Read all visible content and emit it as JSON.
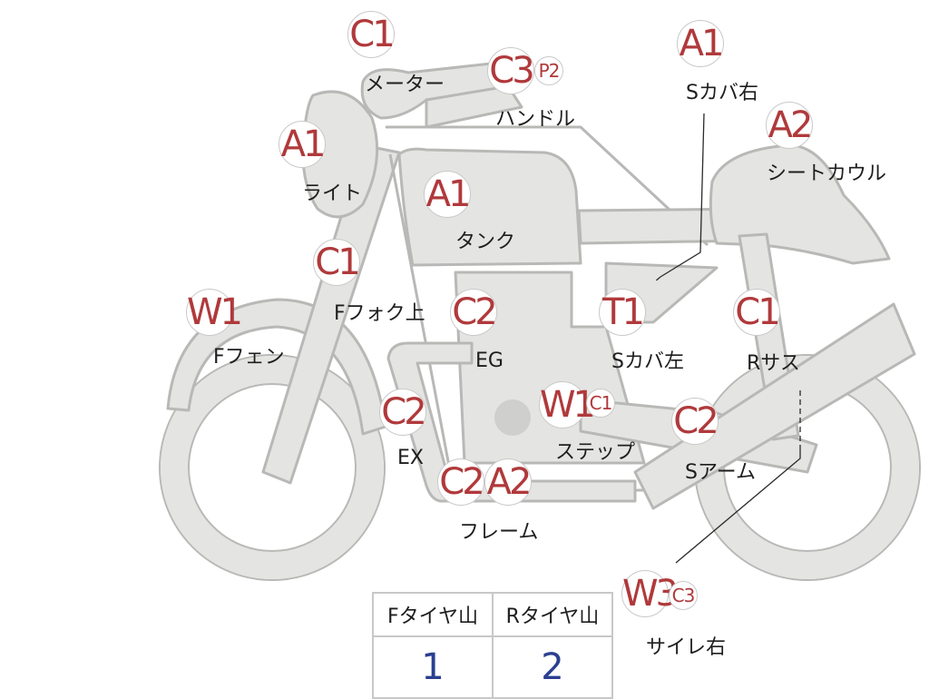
{
  "diagram": {
    "parts": [
      {
        "id": "meter",
        "grades": [
          "C1"
        ],
        "label": "メーター"
      },
      {
        "id": "handle",
        "grades": [
          "C3",
          "P2"
        ],
        "label": "ハンドル"
      },
      {
        "id": "side-cover-right",
        "grades": [
          "A1"
        ],
        "label": "Sカバ右"
      },
      {
        "id": "seat-cowl",
        "grades": [
          "A2"
        ],
        "label": "シートカウル"
      },
      {
        "id": "light",
        "grades": [
          "A1"
        ],
        "label": "ライト"
      },
      {
        "id": "tank",
        "grades": [
          "A1"
        ],
        "label": "タンク"
      },
      {
        "id": "fork-upper",
        "grades": [
          "C1"
        ],
        "label": "Fフォク上"
      },
      {
        "id": "front-fender",
        "grades": [
          "W1"
        ],
        "label": "Fフェン"
      },
      {
        "id": "engine",
        "grades": [
          "C2"
        ],
        "label": "EG"
      },
      {
        "id": "side-cover-left",
        "grades": [
          "T1"
        ],
        "label": "Sカバ左"
      },
      {
        "id": "rear-suspension",
        "grades": [
          "C1"
        ],
        "label": "Rサス"
      },
      {
        "id": "exhaust",
        "grades": [
          "C2"
        ],
        "label": "EX"
      },
      {
        "id": "step",
        "grades": [
          "W1",
          "C1"
        ],
        "label": "ステップ"
      },
      {
        "id": "swing-arm",
        "grades": [
          "C2"
        ],
        "label": "Sアーム"
      },
      {
        "id": "frame",
        "grades": [
          "C2",
          "A2"
        ],
        "label": "フレーム"
      },
      {
        "id": "silencer-right",
        "grades": [
          "W3",
          "C3"
        ],
        "label": "サイレ右"
      }
    ]
  },
  "tread_table": {
    "headers": [
      "Fタイヤ山",
      "Rタイヤ山"
    ],
    "values": [
      "1",
      "2"
    ]
  },
  "colors": {
    "grade": "#b0393b",
    "tread_value": "#2a3f8f",
    "bike_fill": "#e4e4e2",
    "bike_outline": "#b8b8b6"
  }
}
